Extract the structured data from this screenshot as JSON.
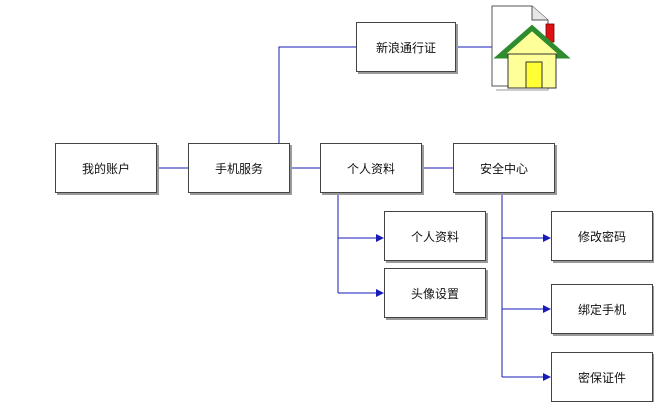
{
  "nodes": {
    "my_account": "我的账户",
    "phone_service": "手机服务",
    "profile": "个人资料",
    "security_center": "安全中心",
    "sina_passport": "新浪通行证",
    "profile_sub": "个人资料",
    "avatar_settings": "头像设置",
    "change_password": "修改密码",
    "bind_phone": "绑定手机",
    "security_question": "密保证件"
  },
  "icons": {
    "home": "house-document-icon"
  },
  "colors": {
    "connector": "#1a1ab8",
    "box_border": "#444444",
    "box_shadow": "#9a9a9a",
    "house_wall": "#ffff99",
    "house_roof": "#2e8b2e",
    "house_door": "#ffff33",
    "chimney": "#dd1111"
  }
}
